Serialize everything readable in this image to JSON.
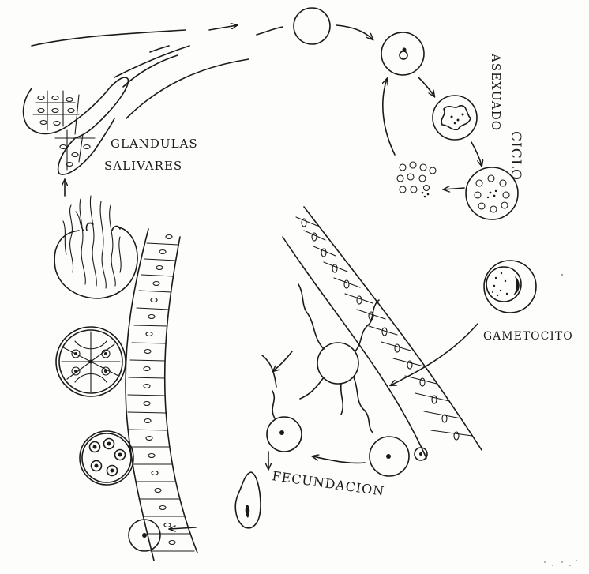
{
  "labels": {
    "glandulas": "GLANDULAS",
    "salivares": "SALIVARES",
    "ciclo": "CICLO",
    "asexuado": "ASEXUADO",
    "gametocito": "GAMETOCITO",
    "fecundacion": "FECUNDACION"
  }
}
